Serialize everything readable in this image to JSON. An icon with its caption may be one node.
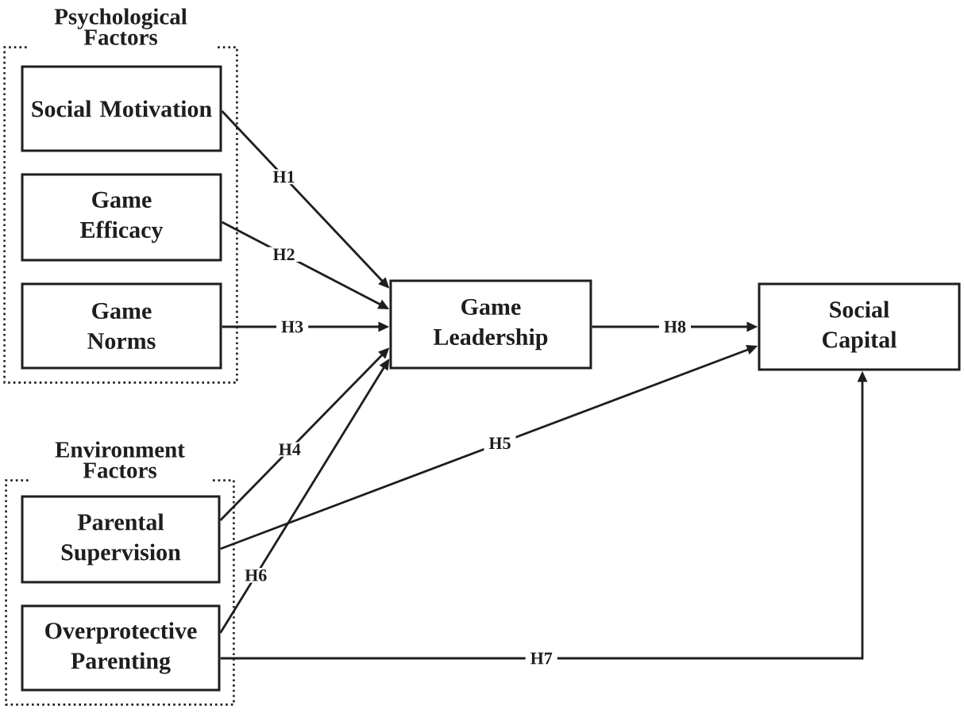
{
  "diagram": {
    "nodes": [
      {
        "text": [
          "Psychological Factors"
        ]
      },
      {
        "text": [
          "Social Motivation"
        ],
        "in": 0
      },
      {
        "text": [
          "Game Efficacy"
        ],
        "in": 0
      },
      {
        "text": [
          "Game Norms"
        ],
        "in": 0
      },
      {
        "text": [
          "Environment Factors"
        ]
      },
      {
        "text": [
          "Parental Supervision"
        ],
        "in": 4
      },
      {
        "text": [
          "Overprotective Parenting"
        ],
        "in": 4
      },
      {
        "text": [
          "Game Leadership"
        ]
      },
      {
        "text": [
          "Social Capital"
        ]
      }
    ],
    "edges": [
      {
        "from": 1,
        "to": 7,
        "arrow": "to",
        "label": "H1"
      },
      {
        "from": 2,
        "to": 7,
        "arrow": "to",
        "label": "H2"
      },
      {
        "from": 3,
        "to": 7,
        "arrow": "to",
        "label": "H3"
      },
      {
        "from": 5,
        "to": 7,
        "arrow": "to",
        "label": "H4"
      },
      {
        "from": 5,
        "to": 8,
        "arrow": "to",
        "label": "H5"
      },
      {
        "from": 6,
        "to": 7,
        "arrow": "to",
        "label": "H6"
      },
      {
        "from": 6,
        "to": 8,
        "arrow": "to",
        "label": "H7"
      },
      {
        "from": 7,
        "to": 8,
        "arrow": "to",
        "label": "H8"
      }
    ]
  }
}
